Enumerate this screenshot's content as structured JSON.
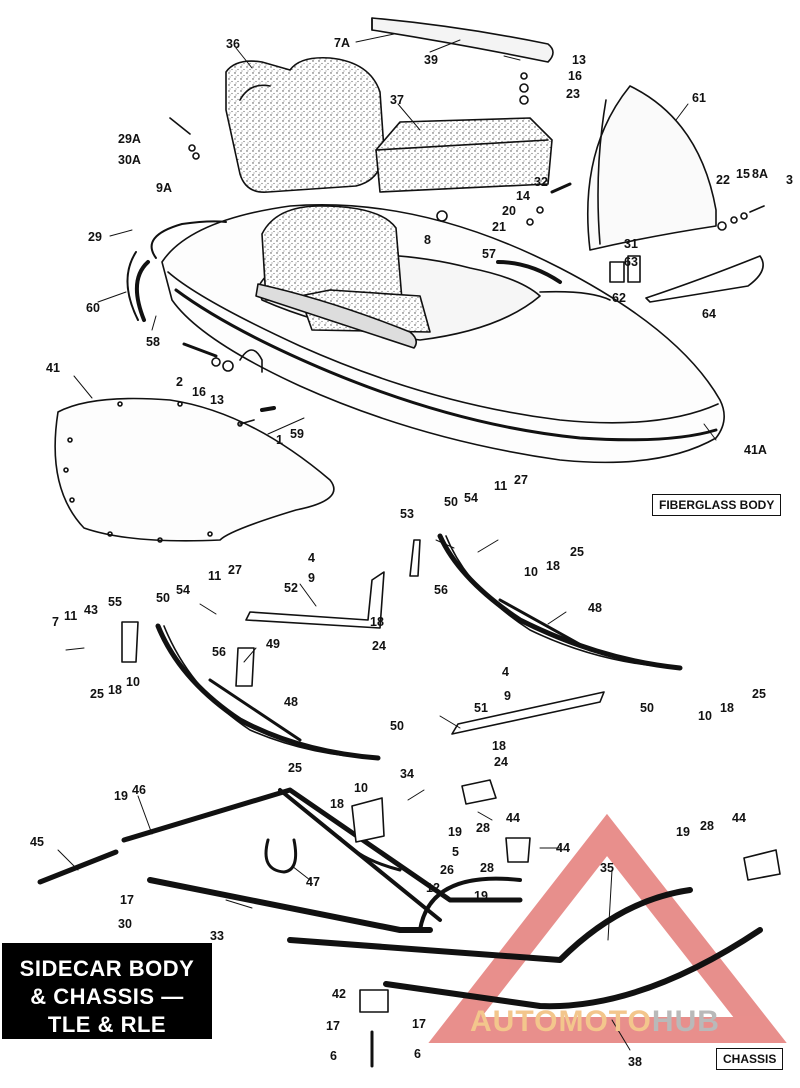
{
  "labels": {
    "fiberglass_body": "FIBERGLASS BODY",
    "chassis": "CHASSIS",
    "title_lines": [
      "SIDECAR BODY",
      "& CHASSIS —",
      "TLE & RLE"
    ],
    "watermark_a": "AUTOMOTO",
    "watermark_b": "HUB"
  },
  "callouts": [
    {
      "id": "c-7a",
      "text": "7A"
    },
    {
      "id": "c-39",
      "text": "39"
    },
    {
      "id": "c-36",
      "text": "36"
    },
    {
      "id": "c-13a",
      "text": "13"
    },
    {
      "id": "c-16a",
      "text": "16"
    },
    {
      "id": "c-23",
      "text": "23"
    },
    {
      "id": "c-37",
      "text": "37"
    },
    {
      "id": "c-61",
      "text": "61"
    },
    {
      "id": "c-29a",
      "text": "29A"
    },
    {
      "id": "c-30a",
      "text": "30A"
    },
    {
      "id": "c-9a",
      "text": "9A"
    },
    {
      "id": "c-32",
      "text": "32"
    },
    {
      "id": "c-14",
      "text": "14"
    },
    {
      "id": "c-20",
      "text": "20"
    },
    {
      "id": "c-21",
      "text": "21"
    },
    {
      "id": "c-22",
      "text": "22"
    },
    {
      "id": "c-15",
      "text": "15"
    },
    {
      "id": "c-8a",
      "text": "8A"
    },
    {
      "id": "c-3",
      "text": "3"
    },
    {
      "id": "c-29",
      "text": "29"
    },
    {
      "id": "c-8",
      "text": "8"
    },
    {
      "id": "c-57",
      "text": "57"
    },
    {
      "id": "c-31",
      "text": "31"
    },
    {
      "id": "c-63",
      "text": "63"
    },
    {
      "id": "c-62",
      "text": "62"
    },
    {
      "id": "c-64",
      "text": "64"
    },
    {
      "id": "c-60",
      "text": "60"
    },
    {
      "id": "c-58",
      "text": "58"
    },
    {
      "id": "c-41",
      "text": "41"
    },
    {
      "id": "c-2",
      "text": "2"
    },
    {
      "id": "c-16b",
      "text": "16"
    },
    {
      "id": "c-13b",
      "text": "13"
    },
    {
      "id": "c-1",
      "text": "1"
    },
    {
      "id": "c-59",
      "text": "59"
    },
    {
      "id": "c-41a",
      "text": "41A"
    },
    {
      "id": "c-11a",
      "text": "11"
    },
    {
      "id": "c-27a",
      "text": "27"
    },
    {
      "id": "c-50a",
      "text": "50"
    },
    {
      "id": "c-54a",
      "text": "54"
    },
    {
      "id": "c-53",
      "text": "53"
    },
    {
      "id": "c-25a",
      "text": "25"
    },
    {
      "id": "c-10a",
      "text": "10"
    },
    {
      "id": "c-18a",
      "text": "18"
    },
    {
      "id": "c-56a",
      "text": "56"
    },
    {
      "id": "c-4a",
      "text": "4"
    },
    {
      "id": "c-9b",
      "text": "9"
    },
    {
      "id": "c-11b",
      "text": "11"
    },
    {
      "id": "c-27b",
      "text": "27"
    },
    {
      "id": "c-52",
      "text": "52"
    },
    {
      "id": "c-48a",
      "text": "48"
    },
    {
      "id": "c-50b",
      "text": "50"
    },
    {
      "id": "c-54b",
      "text": "54"
    },
    {
      "id": "c-55",
      "text": "55"
    },
    {
      "id": "c-7",
      "text": "7"
    },
    {
      "id": "c-11c",
      "text": "11"
    },
    {
      "id": "c-43",
      "text": "43"
    },
    {
      "id": "c-18b",
      "text": "18"
    },
    {
      "id": "c-24a",
      "text": "24"
    },
    {
      "id": "c-56b",
      "text": "56"
    },
    {
      "id": "c-49",
      "text": "49"
    },
    {
      "id": "c-25b",
      "text": "25"
    },
    {
      "id": "c-18c",
      "text": "18"
    },
    {
      "id": "c-10b",
      "text": "10"
    },
    {
      "id": "c-4b",
      "text": "4"
    },
    {
      "id": "c-9c",
      "text": "9"
    },
    {
      "id": "c-50c",
      "text": "50"
    },
    {
      "id": "c-10c",
      "text": "10"
    },
    {
      "id": "c-18d",
      "text": "18"
    },
    {
      "id": "c-25c",
      "text": "25"
    },
    {
      "id": "c-48b",
      "text": "48"
    },
    {
      "id": "c-51",
      "text": "51"
    },
    {
      "id": "c-50d",
      "text": "50"
    },
    {
      "id": "c-18e",
      "text": "18"
    },
    {
      "id": "c-24b",
      "text": "24"
    },
    {
      "id": "c-25d",
      "text": "25"
    },
    {
      "id": "c-10d",
      "text": "10"
    },
    {
      "id": "c-18f",
      "text": "18"
    },
    {
      "id": "c-34",
      "text": "34"
    },
    {
      "id": "c-44a",
      "text": "44"
    },
    {
      "id": "c-19a",
      "text": "19"
    },
    {
      "id": "c-46",
      "text": "46"
    },
    {
      "id": "c-19b",
      "text": "19"
    },
    {
      "id": "c-28a",
      "text": "28"
    },
    {
      "id": "c-5",
      "text": "5"
    },
    {
      "id": "c-44b",
      "text": "44"
    },
    {
      "id": "c-26",
      "text": "26"
    },
    {
      "id": "c-28b",
      "text": "28"
    },
    {
      "id": "c-12",
      "text": "12"
    },
    {
      "id": "c-19c",
      "text": "19"
    },
    {
      "id": "c-45",
      "text": "45"
    },
    {
      "id": "c-47",
      "text": "47"
    },
    {
      "id": "c-17a",
      "text": "17"
    },
    {
      "id": "c-30",
      "text": "30"
    },
    {
      "id": "c-33",
      "text": "33"
    },
    {
      "id": "c-35",
      "text": "35"
    },
    {
      "id": "c-19d",
      "text": "19"
    },
    {
      "id": "c-28c",
      "text": "28"
    },
    {
      "id": "c-44c",
      "text": "44"
    },
    {
      "id": "c-42",
      "text": "42"
    },
    {
      "id": "c-17b",
      "text": "17"
    },
    {
      "id": "c-17c",
      "text": "17"
    },
    {
      "id": "c-6a",
      "text": "6"
    },
    {
      "id": "c-6b",
      "text": "6"
    },
    {
      "id": "c-38",
      "text": "38"
    }
  ],
  "colors": {
    "line": "#111111",
    "paper": "#ffffff",
    "watermark_red": "#e06a66",
    "watermark_orange": "#f3c68c",
    "watermark_gray": "#b9b9b9"
  }
}
